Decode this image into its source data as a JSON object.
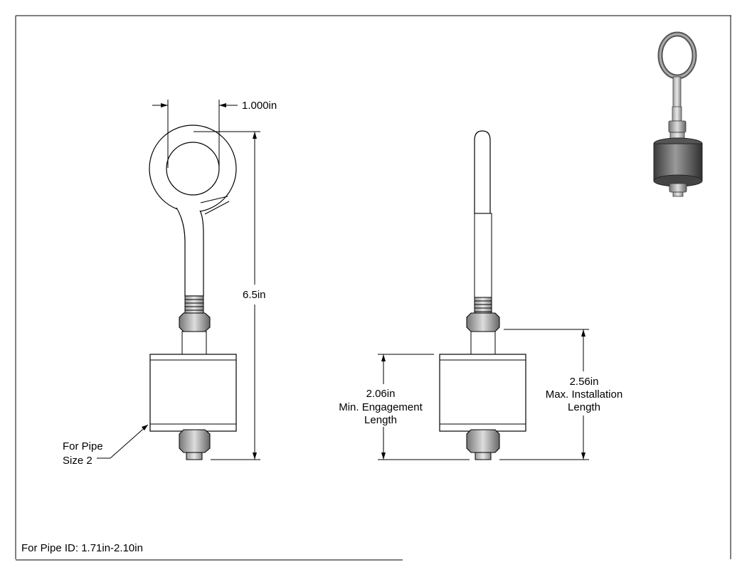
{
  "dimensions": {
    "eye_inner_width": "1.000in",
    "overall_length": "6.5in",
    "min_engagement": {
      "value": "2.06in",
      "label_line1": "Min. Engagement",
      "label_line2": "Length"
    },
    "max_installation": {
      "value": "2.56in",
      "label_line1": "Max. Installation",
      "label_line2": "Length"
    }
  },
  "callout": {
    "line1": "For Pipe",
    "line2": "Size 2"
  },
  "footer": {
    "pipe_id": "For Pipe ID: 1.71in-2.10in"
  }
}
